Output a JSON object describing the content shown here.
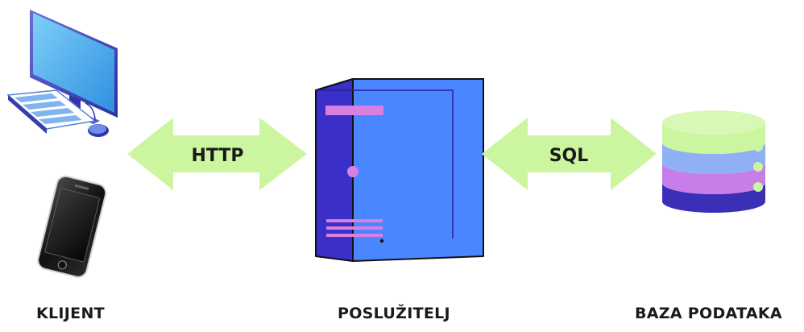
{
  "arrows": {
    "left_label": "HTTP",
    "right_label": "SQL",
    "color": "#ccf5a0"
  },
  "captions": {
    "client": "KLIJENT",
    "server": "POSLUŽITELJ",
    "database": "BAZA PODATAKA"
  },
  "colors": {
    "server_front": "#4a86ff",
    "server_side": "#3a2fc9",
    "server_top": "#2f2aa8",
    "server_accent": "#d97fe0",
    "db_top": "#ccf5a0",
    "db_band1": "#8fb0f5",
    "db_band2": "#c77ee8",
    "db_band3": "#3b2fb8",
    "monitor_screen": "#4bb0f0"
  },
  "icons": {
    "client_desktop": "desktop-computer-icon",
    "client_phone": "smartphone-icon",
    "server": "server-tower-icon",
    "database": "database-icon"
  }
}
